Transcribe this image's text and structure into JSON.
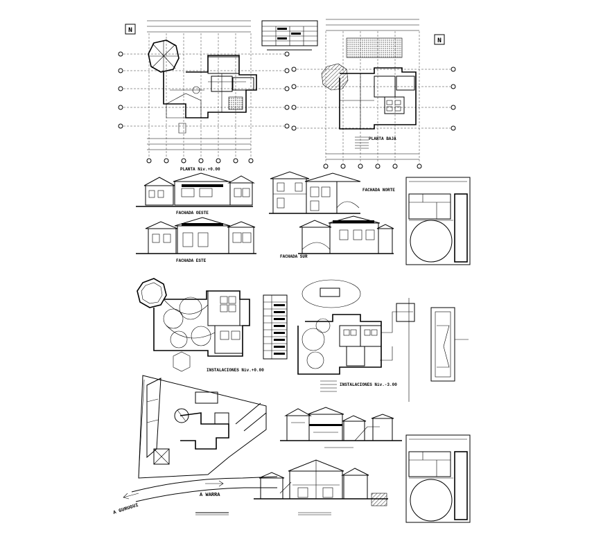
{
  "sheet": {
    "labels": {
      "planta_alta": "PLANTA  Niv.+0.00",
      "planta_baja": "PLANTA BAJA",
      "fachada_oeste": "FACHADA OESTE",
      "fachada_norte": "FACHADA NORTE",
      "fachada_este": "FACHADA ESTE",
      "fachada_sur": "FACHADA SUR",
      "instalaciones_1": "INSTALACIONES Niv.+0.00",
      "instalaciones_2": "INSTALACIONES Niv.-3.00",
      "street_1": "A GURUGUI",
      "street_2": "A WARRA"
    },
    "north_marks": [
      "N",
      "N"
    ]
  }
}
